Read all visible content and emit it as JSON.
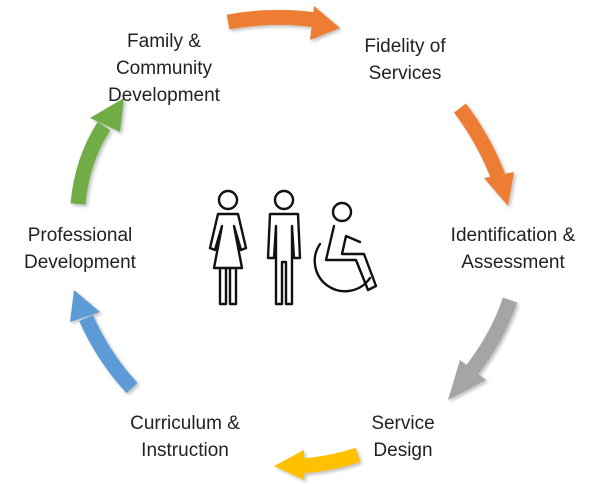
{
  "diagram": {
    "stages": [
      {
        "line1": "Family &",
        "line2": "Community",
        "line3": "Development"
      },
      {
        "line1": "Fidelity of",
        "line2": "Services"
      },
      {
        "line1": "Identification &",
        "line2": "Assessment"
      },
      {
        "line1": "Service",
        "line2": "Design"
      },
      {
        "line1": "Curriculum &",
        "line2": "Instruction"
      },
      {
        "line1": "Professional",
        "line2": "Development"
      }
    ],
    "arrow_colors": {
      "family_to_fidelity": "#ED7D31",
      "fidelity_to_identification": "#ED7D31",
      "identification_to_design": "#A5A5A5",
      "design_to_curriculum": "#FFC000",
      "curriculum_to_professional": "#5B9BD5",
      "professional_to_family": "#70AD47"
    },
    "center_icons": [
      "woman-icon",
      "man-icon",
      "wheelchair-user-icon"
    ]
  }
}
